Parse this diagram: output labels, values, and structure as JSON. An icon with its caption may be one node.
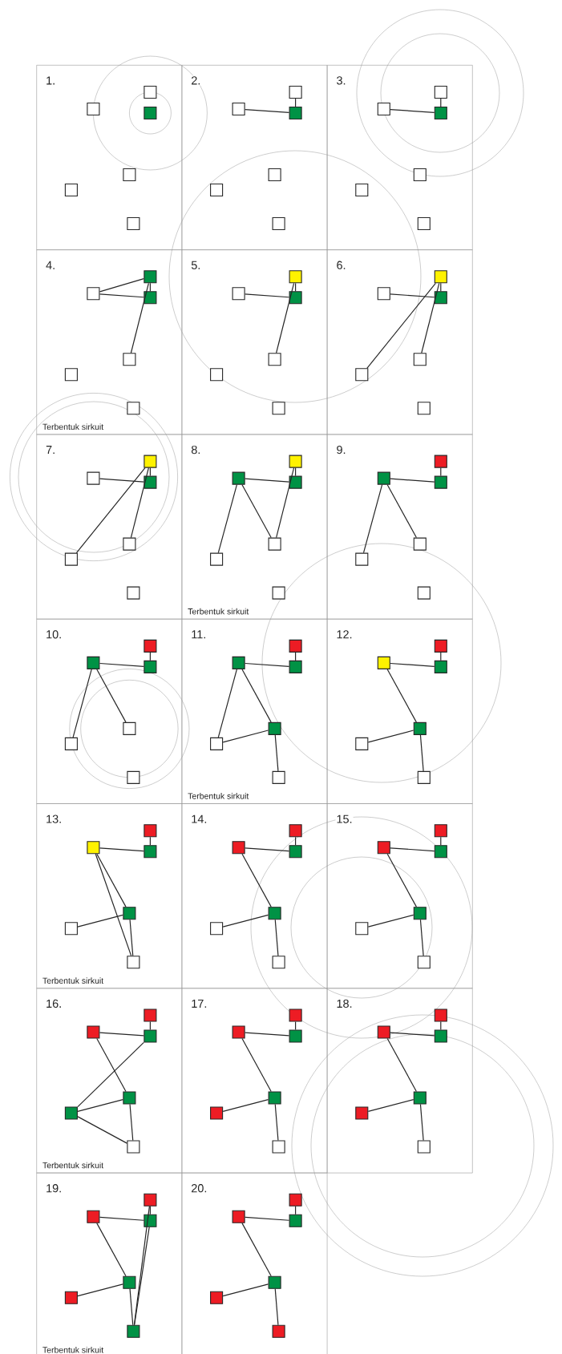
{
  "diagram": {
    "nodes": [
      {
        "text": [
          "1."
        ]
      },
      {
        "text": [],
        "shape": "box",
        "in": 0
      },
      {
        "text": [],
        "shape": "box",
        "in": 0
      },
      {
        "text": [],
        "shape": "box",
        "in": 0
      },
      {
        "text": [],
        "shape": "box",
        "in": 0
      },
      {
        "text": [],
        "shape": "box",
        "in": 0
      },
      {
        "text": [],
        "shape": "box",
        "in": 0
      },
      {
        "text": [
          "2."
        ]
      },
      {
        "text": [],
        "shape": "box",
        "in": 7
      },
      {
        "text": [],
        "shape": "box",
        "in": 7
      },
      {
        "text": [],
        "shape": "box",
        "in": 7
      },
      {
        "text": [],
        "shape": "box",
        "in": 7
      },
      {
        "text": [],
        "shape": "box",
        "in": 7
      },
      {
        "text": [],
        "shape": "box",
        "in": 7
      },
      {
        "text": [
          "3."
        ]
      },
      {
        "text": [],
        "shape": "box",
        "in": 14
      },
      {
        "text": [],
        "shape": "box",
        "in": 14
      },
      {
        "text": [],
        "shape": "box",
        "in": 14
      },
      {
        "text": [],
        "shape": "box",
        "in": 14
      },
      {
        "text": [],
        "shape": "box",
        "in": 14
      },
      {
        "text": [],
        "shape": "box",
        "in": 14
      },
      {
        "text": [
          "4.",
          "Terbentuk sirkuit"
        ]
      },
      {
        "text": [],
        "shape": "box",
        "in": 21
      },
      {
        "text": [],
        "shape": "box",
        "in": 21
      },
      {
        "text": [],
        "shape": "box",
        "in": 21
      },
      {
        "text": [],
        "shape": "box",
        "in": 21
      },
      {
        "text": [],
        "shape": "box",
        "in": 21
      },
      {
        "text": [],
        "shape": "box",
        "in": 21
      },
      {
        "text": [
          "5."
        ]
      },
      {
        "text": [],
        "shape": "box",
        "in": 28
      },
      {
        "text": [],
        "shape": "box",
        "in": 28
      },
      {
        "text": [],
        "shape": "box",
        "in": 28
      },
      {
        "text": [],
        "shape": "box",
        "in": 28
      },
      {
        "text": [],
        "shape": "box",
        "in": 28
      },
      {
        "text": [],
        "shape": "box",
        "in": 28
      },
      {
        "text": [
          "6."
        ]
      },
      {
        "text": [],
        "shape": "box",
        "in": 35
      },
      {
        "text": [],
        "shape": "box",
        "in": 35
      },
      {
        "text": [],
        "shape": "box",
        "in": 35
      },
      {
        "text": [],
        "shape": "box",
        "in": 35
      },
      {
        "text": [],
        "shape": "box",
        "in": 35
      },
      {
        "text": [],
        "shape": "box",
        "in": 35
      },
      {
        "text": [
          "7."
        ]
      },
      {
        "text": [],
        "shape": "box",
        "in": 42
      },
      {
        "text": [],
        "shape": "box",
        "in": 42
      },
      {
        "text": [],
        "shape": "box",
        "in": 42
      },
      {
        "text": [],
        "shape": "box",
        "in": 42
      },
      {
        "text": [],
        "shape": "box",
        "in": 42
      },
      {
        "text": [],
        "shape": "box",
        "in": 42
      },
      {
        "text": [
          "8.",
          "Terbentuk sirkuit"
        ]
      },
      {
        "text": [],
        "shape": "box",
        "in": 49
      },
      {
        "text": [],
        "shape": "box",
        "in": 49
      },
      {
        "text": [],
        "shape": "box",
        "in": 49
      },
      {
        "text": [],
        "shape": "box",
        "in": 49
      },
      {
        "text": [],
        "shape": "box",
        "in": 49
      },
      {
        "text": [],
        "shape": "box",
        "in": 49
      },
      {
        "text": [
          "9."
        ]
      },
      {
        "text": [],
        "shape": "box",
        "in": 56
      },
      {
        "text": [],
        "shape": "box",
        "in": 56
      },
      {
        "text": [],
        "shape": "box",
        "in": 56
      },
      {
        "text": [],
        "shape": "box",
        "in": 56
      },
      {
        "text": [],
        "shape": "box",
        "in": 56
      },
      {
        "text": [],
        "shape": "box",
        "in": 56
      },
      {
        "text": [
          "10."
        ]
      },
      {
        "text": [],
        "shape": "box",
        "in": 63
      },
      {
        "text": [],
        "shape": "box",
        "in": 63
      },
      {
        "text": [],
        "shape": "box",
        "in": 63
      },
      {
        "text": [],
        "shape": "box",
        "in": 63
      },
      {
        "text": [],
        "shape": "box",
        "in": 63
      },
      {
        "text": [],
        "shape": "box",
        "in": 63
      },
      {
        "text": [
          "11.",
          "Terbentuk sirkuit"
        ]
      },
      {
        "text": [],
        "shape": "box",
        "in": 70
      },
      {
        "text": [],
        "shape": "box",
        "in": 70
      },
      {
        "text": [],
        "shape": "box",
        "in": 70
      },
      {
        "text": [],
        "shape": "box",
        "in": 70
      },
      {
        "text": [],
        "shape": "box",
        "in": 70
      },
      {
        "text": [],
        "shape": "box",
        "in": 70
      },
      {
        "text": [
          "12."
        ]
      },
      {
        "text": [],
        "shape": "box",
        "in": 77
      },
      {
        "text": [],
        "shape": "box",
        "in": 77
      },
      {
        "text": [],
        "shape": "box",
        "in": 77
      },
      {
        "text": [],
        "shape": "box",
        "in": 77
      },
      {
        "text": [],
        "shape": "box",
        "in": 77
      },
      {
        "text": [],
        "shape": "box",
        "in": 77
      },
      {
        "text": [
          "13.",
          "Terbentuk sirkuit"
        ]
      },
      {
        "text": [],
        "shape": "box",
        "in": 84
      },
      {
        "text": [],
        "shape": "box",
        "in": 84
      },
      {
        "text": [],
        "shape": "box",
        "in": 84
      },
      {
        "text": [],
        "shape": "box",
        "in": 84
      },
      {
        "text": [],
        "shape": "box",
        "in": 84
      },
      {
        "text": [],
        "shape": "box",
        "in": 84
      },
      {
        "text": [
          "14."
        ]
      },
      {
        "text": [],
        "shape": "box",
        "in": 91
      },
      {
        "text": [],
        "shape": "box",
        "in": 91
      },
      {
        "text": [],
        "shape": "box",
        "in": 91
      },
      {
        "text": [],
        "shape": "box",
        "in": 91
      },
      {
        "text": [],
        "shape": "box",
        "in": 91
      },
      {
        "text": [],
        "shape": "box",
        "in": 91
      },
      {
        "text": [
          "15."
        ]
      },
      {
        "text": [],
        "shape": "box",
        "in": 98
      },
      {
        "text": [],
        "shape": "box",
        "in": 98
      },
      {
        "text": [],
        "shape": "box",
        "in": 98
      },
      {
        "text": [],
        "shape": "box",
        "in": 98
      },
      {
        "text": [],
        "shape": "box",
        "in": 98
      },
      {
        "text": [],
        "shape": "box",
        "in": 98
      },
      {
        "text": [
          "16.",
          "Terbentuk sirkuit"
        ]
      },
      {
        "text": [],
        "shape": "box",
        "in": 105
      },
      {
        "text": [],
        "shape": "box",
        "in": 105
      },
      {
        "text": [],
        "shape": "box",
        "in": 105
      },
      {
        "text": [],
        "shape": "box",
        "in": 105
      },
      {
        "text": [],
        "shape": "box",
        "in": 105
      },
      {
        "text": [],
        "shape": "box",
        "in": 105
      },
      {
        "text": [
          "17."
        ]
      },
      {
        "text": [],
        "shape": "box",
        "in": 112
      },
      {
        "text": [],
        "shape": "box",
        "in": 112
      },
      {
        "text": [],
        "shape": "box",
        "in": 112
      },
      {
        "text": [],
        "shape": "box",
        "in": 112
      },
      {
        "text": [],
        "shape": "box",
        "in": 112
      },
      {
        "text": [],
        "shape": "box",
        "in": 112
      },
      {
        "text": [
          "18."
        ]
      },
      {
        "text": [],
        "shape": "box",
        "in": 119
      },
      {
        "text": [],
        "shape": "box",
        "in": 119
      },
      {
        "text": [],
        "shape": "box",
        "in": 119
      },
      {
        "text": [],
        "shape": "box",
        "in": 119
      },
      {
        "text": [],
        "shape": "box",
        "in": 119
      },
      {
        "text": [],
        "shape": "box",
        "in": 119
      },
      {
        "text": [
          "19.",
          "Terbentuk sirkuit"
        ]
      },
      {
        "text": [],
        "shape": "box",
        "in": 126
      },
      {
        "text": [],
        "shape": "box",
        "in": 126
      },
      {
        "text": [],
        "shape": "box",
        "in": 126
      },
      {
        "text": [],
        "shape": "box",
        "in": 126
      },
      {
        "text": [],
        "shape": "box",
        "in": 126
      },
      {
        "text": [],
        "shape": "box",
        "in": 126
      },
      {
        "text": [
          "20."
        ]
      },
      {
        "text": [],
        "shape": "box",
        "in": 133
      },
      {
        "text": [],
        "shape": "box",
        "in": 133
      },
      {
        "text": [],
        "shape": "box",
        "in": 133
      },
      {
        "text": [],
        "shape": "box",
        "in": 133
      },
      {
        "text": [],
        "shape": "box",
        "in": 133
      },
      {
        "text": [],
        "shape": "box",
        "in": 133
      }
    ],
    "edges": [
      {
        "from": 9,
        "to": 10,
        "arrow": "none"
      },
      {
        "from": 8,
        "to": 10,
        "arrow": "none"
      },
      {
        "from": 16,
        "to": 17,
        "arrow": "none"
      },
      {
        "from": 15,
        "to": 17,
        "arrow": "none"
      },
      {
        "from": 23,
        "to": 22,
        "arrow": "none"
      },
      {
        "from": 23,
        "to": 24,
        "arrow": "none"
      },
      {
        "from": 22,
        "to": 24,
        "arrow": "none"
      },
      {
        "from": 22,
        "to": 25,
        "arrow": "none"
      },
      {
        "from": 30,
        "to": 31,
        "arrow": "none"
      },
      {
        "from": 29,
        "to": 31,
        "arrow": "none"
      },
      {
        "from": 29,
        "to": 32,
        "arrow": "none"
      },
      {
        "from": 37,
        "to": 38,
        "arrow": "none"
      },
      {
        "from": 36,
        "to": 38,
        "arrow": "none"
      },
      {
        "from": 36,
        "to": 39,
        "arrow": "none"
      },
      {
        "from": 36,
        "to": 40,
        "arrow": "none"
      },
      {
        "from": 44,
        "to": 45,
        "arrow": "none"
      },
      {
        "from": 43,
        "to": 45,
        "arrow": "none"
      },
      {
        "from": 43,
        "to": 46,
        "arrow": "none"
      },
      {
        "from": 43,
        "to": 47,
        "arrow": "none"
      },
      {
        "from": 51,
        "to": 52,
        "arrow": "none"
      },
      {
        "from": 50,
        "to": 52,
        "arrow": "none"
      },
      {
        "from": 50,
        "to": 53,
        "arrow": "none"
      },
      {
        "from": 51,
        "to": 53,
        "arrow": "none"
      },
      {
        "from": 51,
        "to": 54,
        "arrow": "none"
      },
      {
        "from": 57,
        "to": 59,
        "arrow": "none"
      },
      {
        "from": 58,
        "to": 59,
        "arrow": "none"
      },
      {
        "from": 58,
        "to": 60,
        "arrow": "none"
      },
      {
        "from": 58,
        "to": 61,
        "arrow": "none"
      },
      {
        "from": 64,
        "to": 66,
        "arrow": "none"
      },
      {
        "from": 65,
        "to": 66,
        "arrow": "none"
      },
      {
        "from": 65,
        "to": 67,
        "arrow": "none"
      },
      {
        "from": 65,
        "to": 68,
        "arrow": "none"
      },
      {
        "from": 71,
        "to": 73,
        "arrow": "none"
      },
      {
        "from": 72,
        "to": 73,
        "arrow": "none"
      },
      {
        "from": 72,
        "to": 74,
        "arrow": "none"
      },
      {
        "from": 72,
        "to": 75,
        "arrow": "none"
      },
      {
        "from": 74,
        "to": 75,
        "arrow": "none"
      },
      {
        "from": 74,
        "to": 76,
        "arrow": "none"
      },
      {
        "from": 78,
        "to": 80,
        "arrow": "none"
      },
      {
        "from": 79,
        "to": 80,
        "arrow": "none"
      },
      {
        "from": 79,
        "to": 81,
        "arrow": "none"
      },
      {
        "from": 81,
        "to": 82,
        "arrow": "none"
      },
      {
        "from": 81,
        "to": 83,
        "arrow": "none"
      },
      {
        "from": 85,
        "to": 87,
        "arrow": "none"
      },
      {
        "from": 86,
        "to": 87,
        "arrow": "none"
      },
      {
        "from": 86,
        "to": 88,
        "arrow": "none"
      },
      {
        "from": 86,
        "to": 90,
        "arrow": "none"
      },
      {
        "from": 88,
        "to": 89,
        "arrow": "none"
      },
      {
        "from": 88,
        "to": 90,
        "arrow": "none"
      },
      {
        "from": 92,
        "to": 94,
        "arrow": "none"
      },
      {
        "from": 93,
        "to": 94,
        "arrow": "none"
      },
      {
        "from": 93,
        "to": 95,
        "arrow": "none"
      },
      {
        "from": 95,
        "to": 96,
        "arrow": "none"
      },
      {
        "from": 95,
        "to": 97,
        "arrow": "none"
      },
      {
        "from": 99,
        "to": 101,
        "arrow": "none"
      },
      {
        "from": 100,
        "to": 101,
        "arrow": "none"
      },
      {
        "from": 100,
        "to": 102,
        "arrow": "none"
      },
      {
        "from": 102,
        "to": 103,
        "arrow": "none"
      },
      {
        "from": 102,
        "to": 104,
        "arrow": "none"
      },
      {
        "from": 106,
        "to": 108,
        "arrow": "none"
      },
      {
        "from": 107,
        "to": 108,
        "arrow": "none"
      },
      {
        "from": 107,
        "to": 109,
        "arrow": "none"
      },
      {
        "from": 108,
        "to": 110,
        "arrow": "none"
      },
      {
        "from": 109,
        "to": 110,
        "arrow": "none"
      },
      {
        "from": 110,
        "to": 111,
        "arrow": "none"
      },
      {
        "from": 109,
        "to": 111,
        "arrow": "none"
      },
      {
        "from": 113,
        "to": 115,
        "arrow": "none"
      },
      {
        "from": 114,
        "to": 115,
        "arrow": "none"
      },
      {
        "from": 114,
        "to": 116,
        "arrow": "none"
      },
      {
        "from": 116,
        "to": 117,
        "arrow": "none"
      },
      {
        "from": 116,
        "to": 118,
        "arrow": "none"
      },
      {
        "from": 120,
        "to": 122,
        "arrow": "none"
      },
      {
        "from": 121,
        "to": 122,
        "arrow": "none"
      },
      {
        "from": 121,
        "to": 123,
        "arrow": "none"
      },
      {
        "from": 123,
        "to": 124,
        "arrow": "none"
      },
      {
        "from": 123,
        "to": 125,
        "arrow": "none"
      },
      {
        "from": 127,
        "to": 129,
        "arrow": "none"
      },
      {
        "from": 128,
        "to": 129,
        "arrow": "none"
      },
      {
        "from": 128,
        "to": 130,
        "arrow": "none"
      },
      {
        "from": 130,
        "to": 131,
        "arrow": "none"
      },
      {
        "from": 130,
        "to": 132,
        "arrow": "none"
      },
      {
        "from": 127,
        "to": 132,
        "arrow": "none"
      },
      {
        "from": 129,
        "to": 132,
        "arrow": "none"
      },
      {
        "from": 134,
        "to": 136,
        "arrow": "none"
      },
      {
        "from": 135,
        "to": 136,
        "arrow": "none"
      },
      {
        "from": 135,
        "to": 137,
        "arrow": "none"
      },
      {
        "from": 137,
        "to": 138,
        "arrow": "none"
      },
      {
        "from": 137,
        "to": 139,
        "arrow": "none"
      }
    ]
  }
}
